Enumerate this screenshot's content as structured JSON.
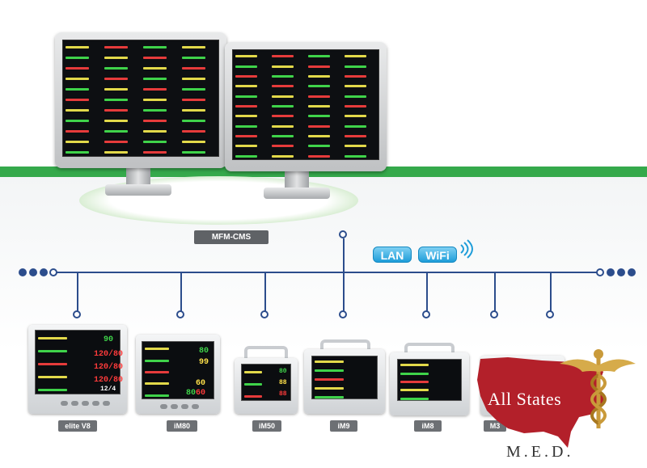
{
  "central_station": {
    "label": "MFM-CMS"
  },
  "network": {
    "lan_label": "LAN",
    "wifi_label": "WiFi"
  },
  "devices": [
    {
      "label": "elite V8",
      "values": [
        "90",
        "120/80",
        "120/80",
        "120/80",
        "12/4"
      ]
    },
    {
      "label": "iM80",
      "values": [
        "80",
        "99",
        "60",
        "60",
        "80"
      ]
    },
    {
      "label": "iM50",
      "values": [
        "80",
        "88",
        "88"
      ]
    },
    {
      "label": "iM9",
      "values": []
    },
    {
      "label": "iM8",
      "values": []
    },
    {
      "label": "M3",
      "values": []
    }
  ],
  "logo": {
    "name": "All States",
    "sub": "M.E.D."
  },
  "colors": {
    "accent_green": "#35a94b",
    "network_blue": "#2c4d8c",
    "logo_red": "#b3202a",
    "logo_gold": "#c99a3a"
  }
}
